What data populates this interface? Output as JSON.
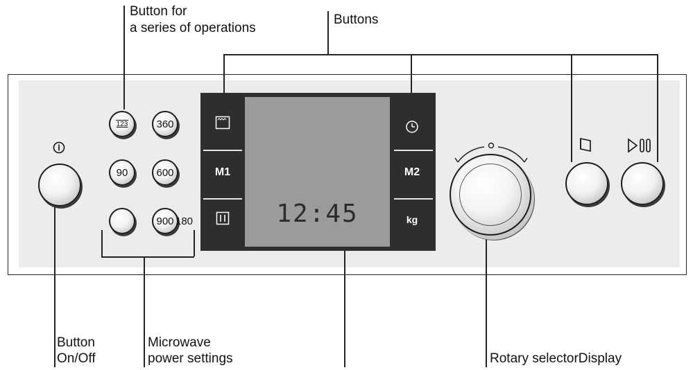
{
  "labels": {
    "series_button_line1": "Button for",
    "series_button_line2": "a series of operations",
    "buttons": "Buttons",
    "onoff_line1": "Button",
    "onoff_line2": "On/Off",
    "microwave_line1": "Microwave",
    "microwave_line2": "power settings",
    "rotary_display": "Rotary selectorDisplay"
  },
  "power_buttons": [
    "360",
    "90",
    "600",
    "900",
    "180"
  ],
  "series_button_icon_text": "123",
  "display": {
    "time": "12:45",
    "m1": "M1",
    "m2": "M2",
    "kg": "kg"
  },
  "icons": {
    "power": "power-icon",
    "oven": "oven-icon",
    "clock": "clock-icon",
    "cutlery": "cutlery-icon",
    "door": "door-icon",
    "play_pause": "play-pause-icon",
    "series": "series-123-icon"
  }
}
